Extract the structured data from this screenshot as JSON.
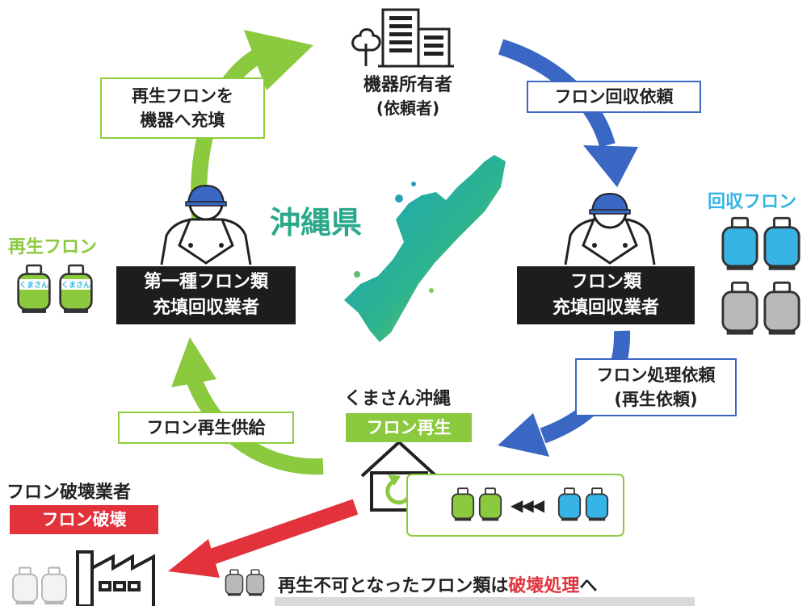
{
  "owner": {
    "title": "機器所有者",
    "subtitle": "(依頼者)"
  },
  "step_request_recovery": "フロン回収依頼",
  "step_refill": {
    "line1": "再生フロンを",
    "line2": "機器へ充填"
  },
  "prefecture": "沖縄県",
  "recovered_freon_label": "回収フロン",
  "regenerated_freon_label": "再生フロン",
  "cylinder_text": "くまさん",
  "left_operator": {
    "line1": "第一種フロン類",
    "line2": "充填回収業者"
  },
  "right_operator": {
    "line1": "フロン類",
    "line2": "充填回収業者"
  },
  "step_request_processing": {
    "line1": "フロン処理依頼",
    "line2": "(再生依頼)"
  },
  "kumasan": {
    "name": "くまさん沖縄",
    "tag": "フロン再生"
  },
  "step_supply": "フロン再生供給",
  "destruction": {
    "company": "フロン破壊業者",
    "tag": "フロン破壊"
  },
  "arrow_glyphs": "◀◀◀",
  "footer": {
    "part1": "再生不可となったフロン類は",
    "part2": "破壊処理",
    "part3": "へ"
  },
  "colors": {
    "green": "#8bc93f",
    "blue": "#3a66c4",
    "red": "#e2333d",
    "cyan": "#36b4e5",
    "gray": "#b9b9b9",
    "dark": "#1d1d1d",
    "teal": "#2aa98a"
  }
}
